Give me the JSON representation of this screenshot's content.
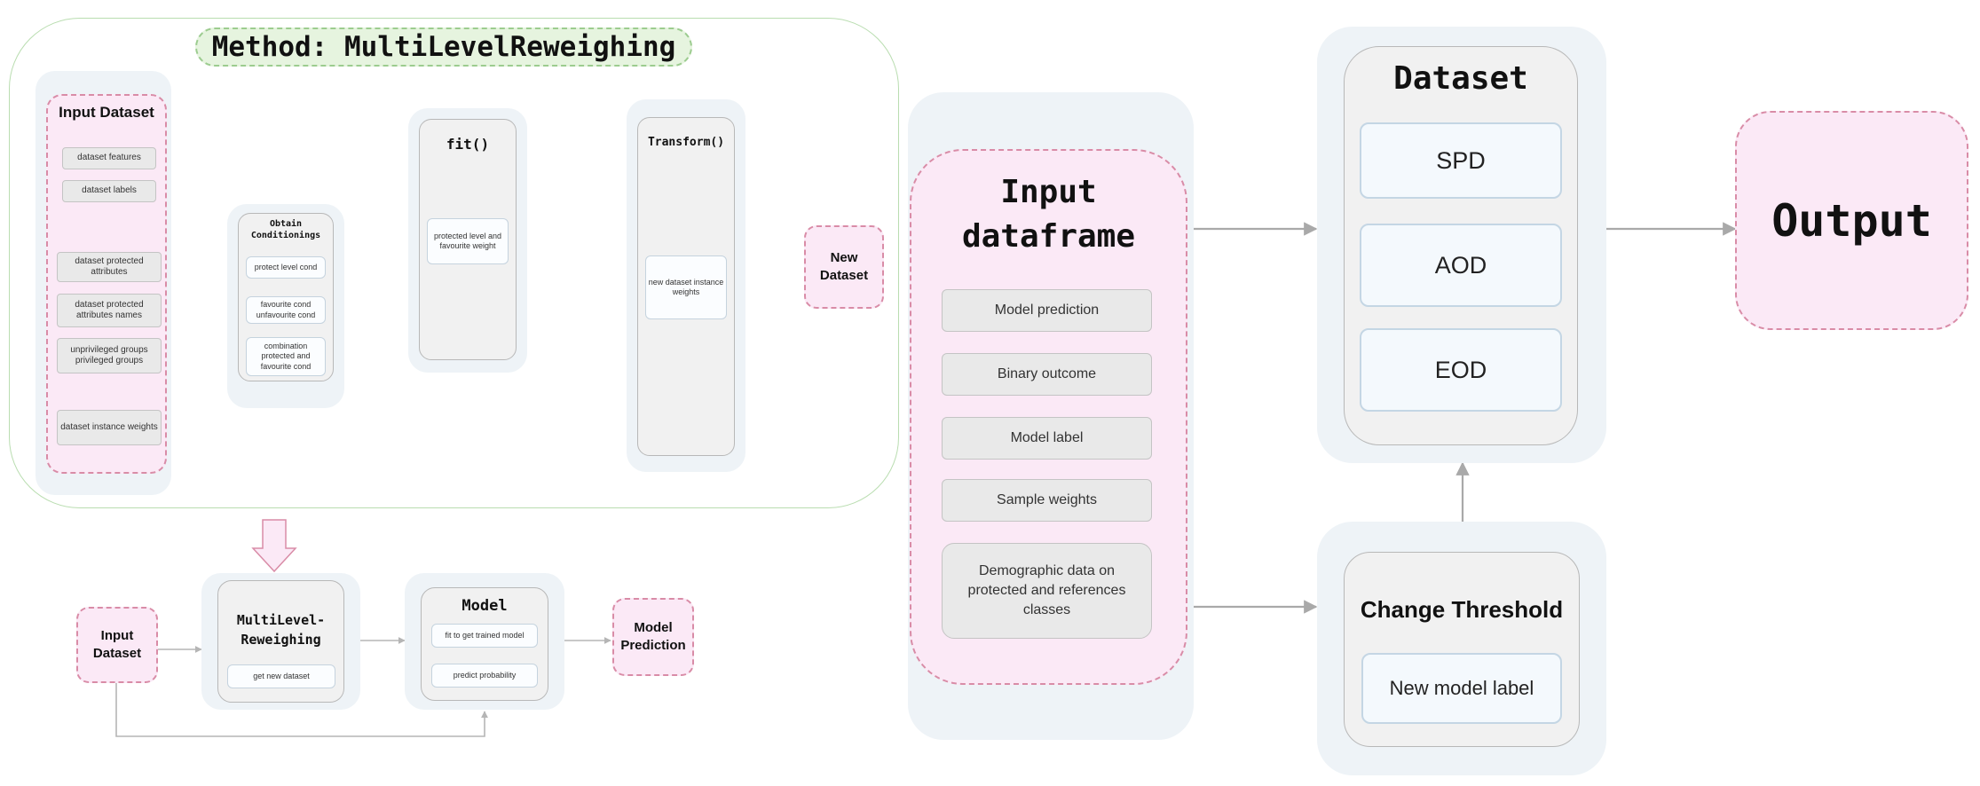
{
  "method": {
    "title": "Method: MultiLevelReweighing"
  },
  "input_dataset": {
    "title": "Input Dataset",
    "items": [
      "dataset features",
      "dataset labels",
      "dataset protected attributes",
      "dataset protected attributes names",
      "unprivileged groups privileged groups",
      "dataset instance weights"
    ]
  },
  "obtain": {
    "title": "Obtain Conditionings",
    "items": [
      "protect level cond",
      "favourite cond unfavourite cond",
      "combination protected and favourite cond"
    ]
  },
  "fit": {
    "title": "fit()",
    "item": "protected level and favourite weight"
  },
  "transform": {
    "title": "Transform()",
    "item": "new dataset instance weights"
  },
  "new_dataset": {
    "label": "New Dataset"
  },
  "pipeline": {
    "input": "Input Dataset",
    "mlr_title": "MultiLevel-Reweighing",
    "mlr_item": "get new dataset",
    "model_title": "Model",
    "model_items": [
      "fit to get trained model",
      "predict probability"
    ],
    "prediction": "Model Prediction"
  },
  "input_dataframe": {
    "title": "Input dataframe",
    "items": [
      "Model prediction",
      "Binary outcome",
      "Model label",
      "Sample weights",
      "Demographic data on protected and references classes"
    ]
  },
  "dataset_metrics": {
    "title": "Dataset",
    "items": [
      "SPD",
      "AOD",
      "EOD"
    ]
  },
  "change_threshold": {
    "title": "Change Threshold",
    "item": "New model label"
  },
  "output": {
    "label": "Output"
  },
  "colors": {
    "pink_fill": "#fbe9f6",
    "pink_border": "#d98ca7",
    "green_border": "#b9ddb0",
    "panel": "#eef3f7",
    "arrow": "#a9a9a9"
  }
}
